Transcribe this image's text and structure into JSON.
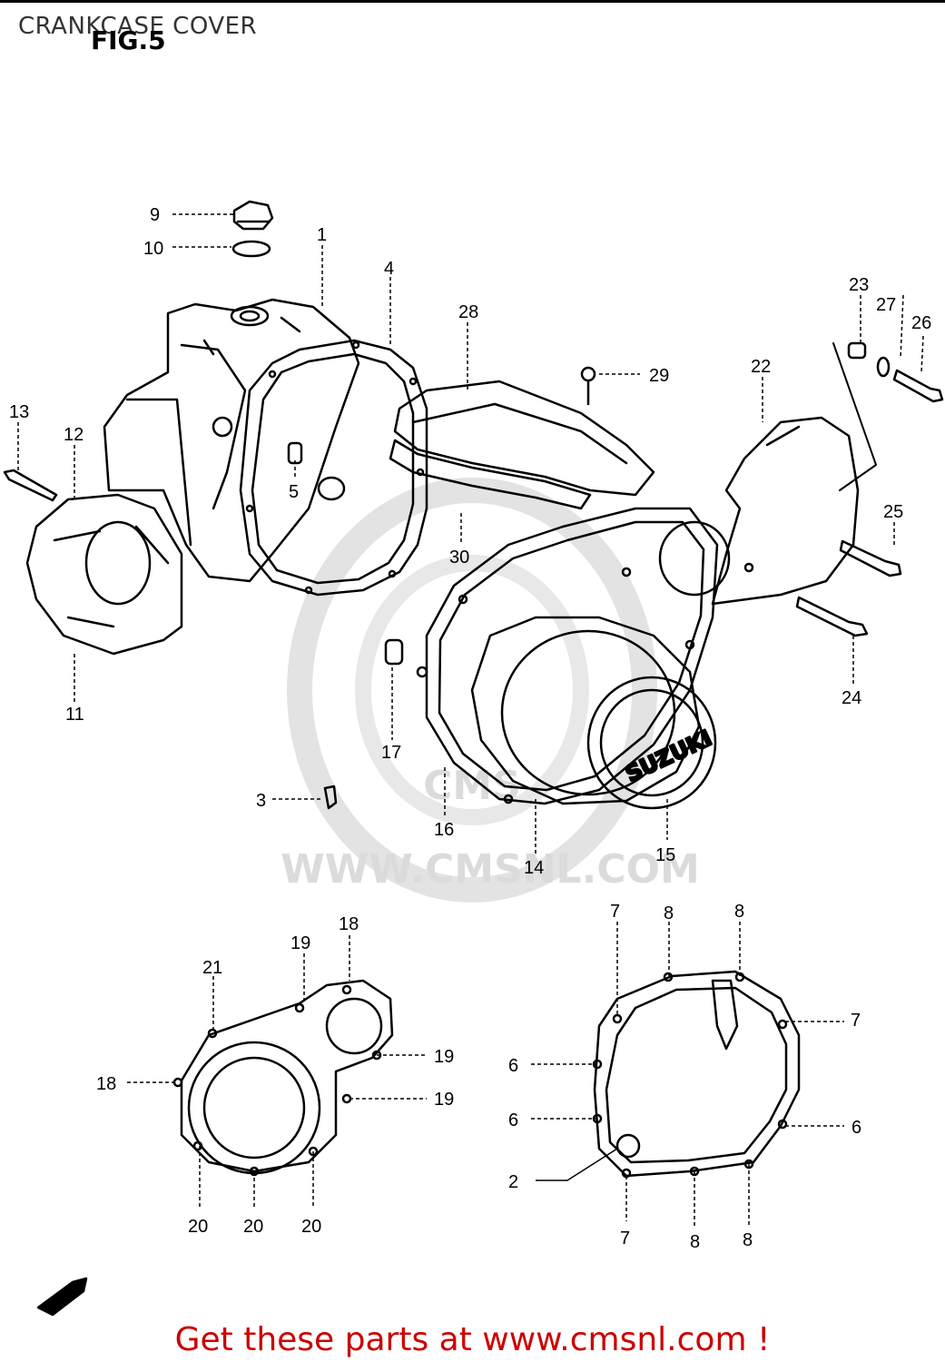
{
  "header": {
    "title": "CRANKCASE COVER",
    "figure": "FIG.5"
  },
  "watermark": {
    "text": "WWW.CMSNL.COM",
    "logo_text": "CMS"
  },
  "cover_logo": "SUZUKI",
  "callouts": {
    "p1": "1",
    "p2": "2",
    "p3": "3",
    "p4": "4",
    "p5": "5",
    "p6a": "6",
    "p6b": "6",
    "p6c": "6",
    "p7a": "7",
    "p7b": "7",
    "p7c": "7",
    "p8a": "8",
    "p8b": "8",
    "p8c": "8",
    "p8d": "8",
    "p9": "9",
    "p10": "10",
    "p11": "11",
    "p12": "12",
    "p13": "13",
    "p14": "14",
    "p15": "15",
    "p16": "16",
    "p17": "17",
    "p18a": "18",
    "p18b": "18",
    "p19a": "19",
    "p19b": "19",
    "p19c": "19",
    "p20a": "20",
    "p20b": "20",
    "p20c": "20",
    "p21": "21",
    "p22": "22",
    "p23": "23",
    "p24": "24",
    "p25": "25",
    "p26": "26",
    "p27": "27",
    "p28": "28",
    "p29": "29",
    "p30": "30"
  },
  "footer": {
    "text": "Get these parts at www.cmsnl.com !"
  }
}
